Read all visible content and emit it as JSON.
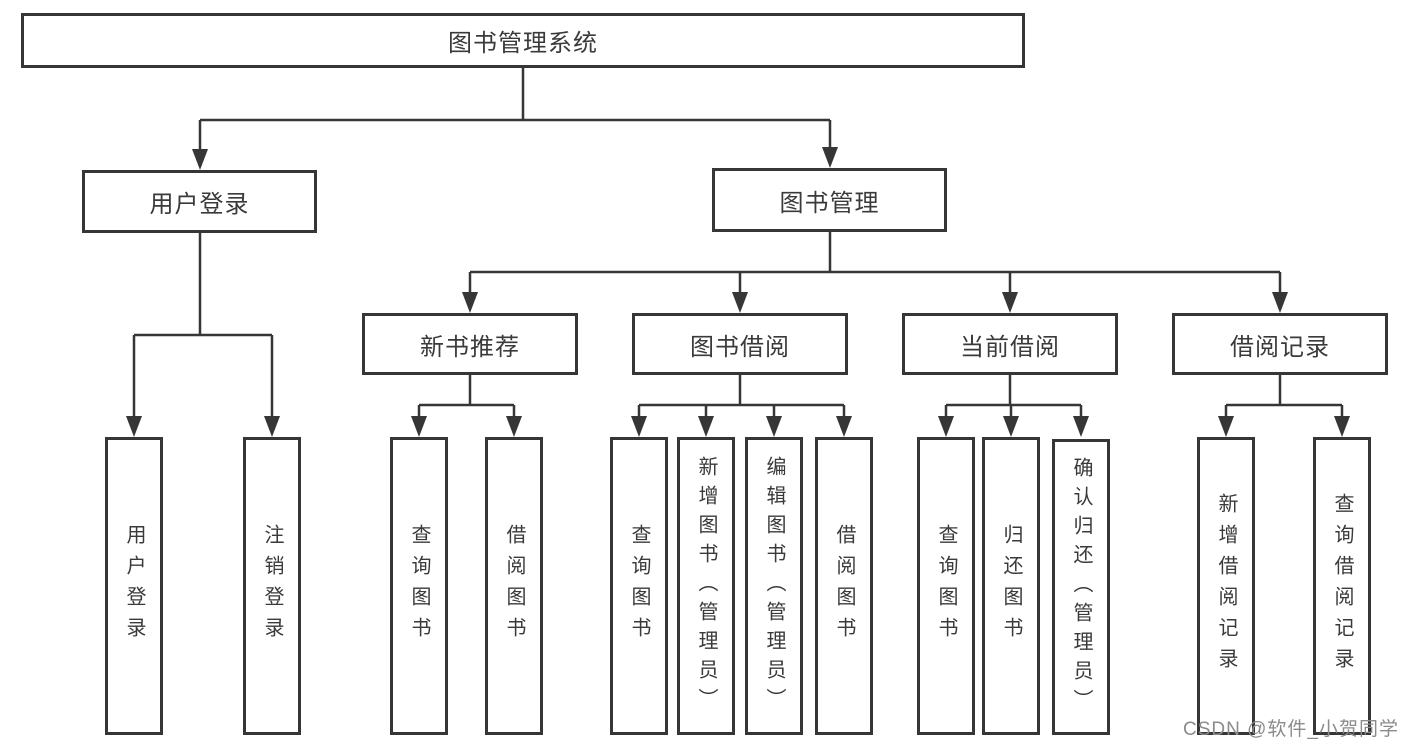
{
  "diagram": {
    "root": {
      "label": "图书管理系统"
    },
    "level2": [
      {
        "label": "用户登录"
      },
      {
        "label": "图书管理"
      }
    ],
    "level3": [
      {
        "label": "新书推荐"
      },
      {
        "label": "图书借阅"
      },
      {
        "label": "当前借阅"
      },
      {
        "label": "借阅记录"
      }
    ],
    "leaves": {
      "user": [
        "用户登录",
        "注销登录"
      ],
      "newBooks": [
        "查询图书",
        "借阅图书"
      ],
      "bookBorrow": [
        "查询图书",
        "新增图书（管理员）",
        "编辑图书（管理员）",
        "借阅图书"
      ],
      "currentBorrow": [
        "查询图书",
        "归还图书",
        "确认归还（管理员）"
      ],
      "records": [
        "新增借阅记录",
        "查询借阅记录"
      ]
    }
  },
  "watermark": "CSDN @软件_小贺同学",
  "colors": {
    "line": "#363636",
    "text": "#3a3a3a",
    "watermark": "#8b8b8b",
    "background": "#ffffff"
  }
}
